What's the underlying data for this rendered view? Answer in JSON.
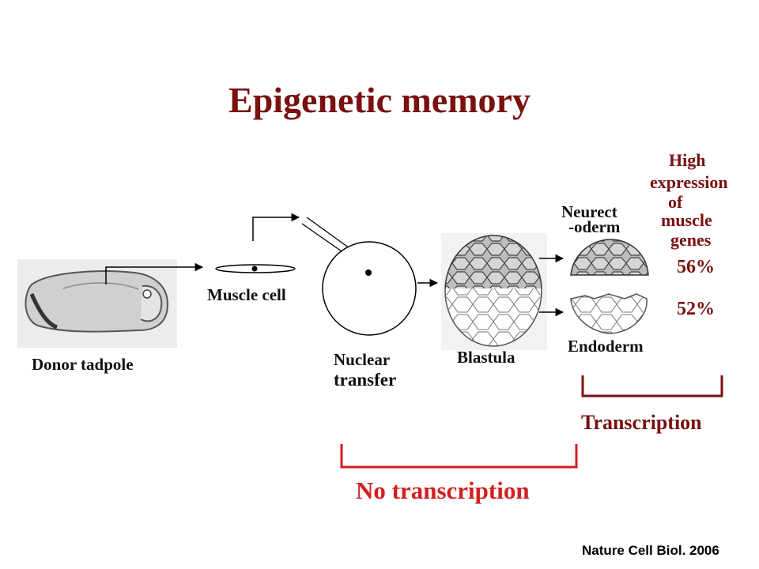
{
  "title": "Epigenetic memory",
  "labels": {
    "donor_tadpole": "Donor tadpole",
    "muscle_cell": "Muscle cell",
    "nuclear": "Nuclear",
    "transfer": "transfer",
    "blastula": "Blastula",
    "neurect": "Neurect",
    "oderm": "-oderm",
    "endoderm": "Endoderm"
  },
  "expression": {
    "line1": "High",
    "line2": "expression",
    "line3": "of",
    "line4": "muscle",
    "line5": "genes"
  },
  "percentages": {
    "neuroectoderm": "56%",
    "endoderm": "52%"
  },
  "brackets": {
    "transcription": "Transcription",
    "no_transcription": "No transcription"
  },
  "citation": "Nature Cell Biol. 2006",
  "colors": {
    "title": "#7a1010",
    "no_transcription": "#d21f1f",
    "bracket_dark": "#7a1010"
  }
}
